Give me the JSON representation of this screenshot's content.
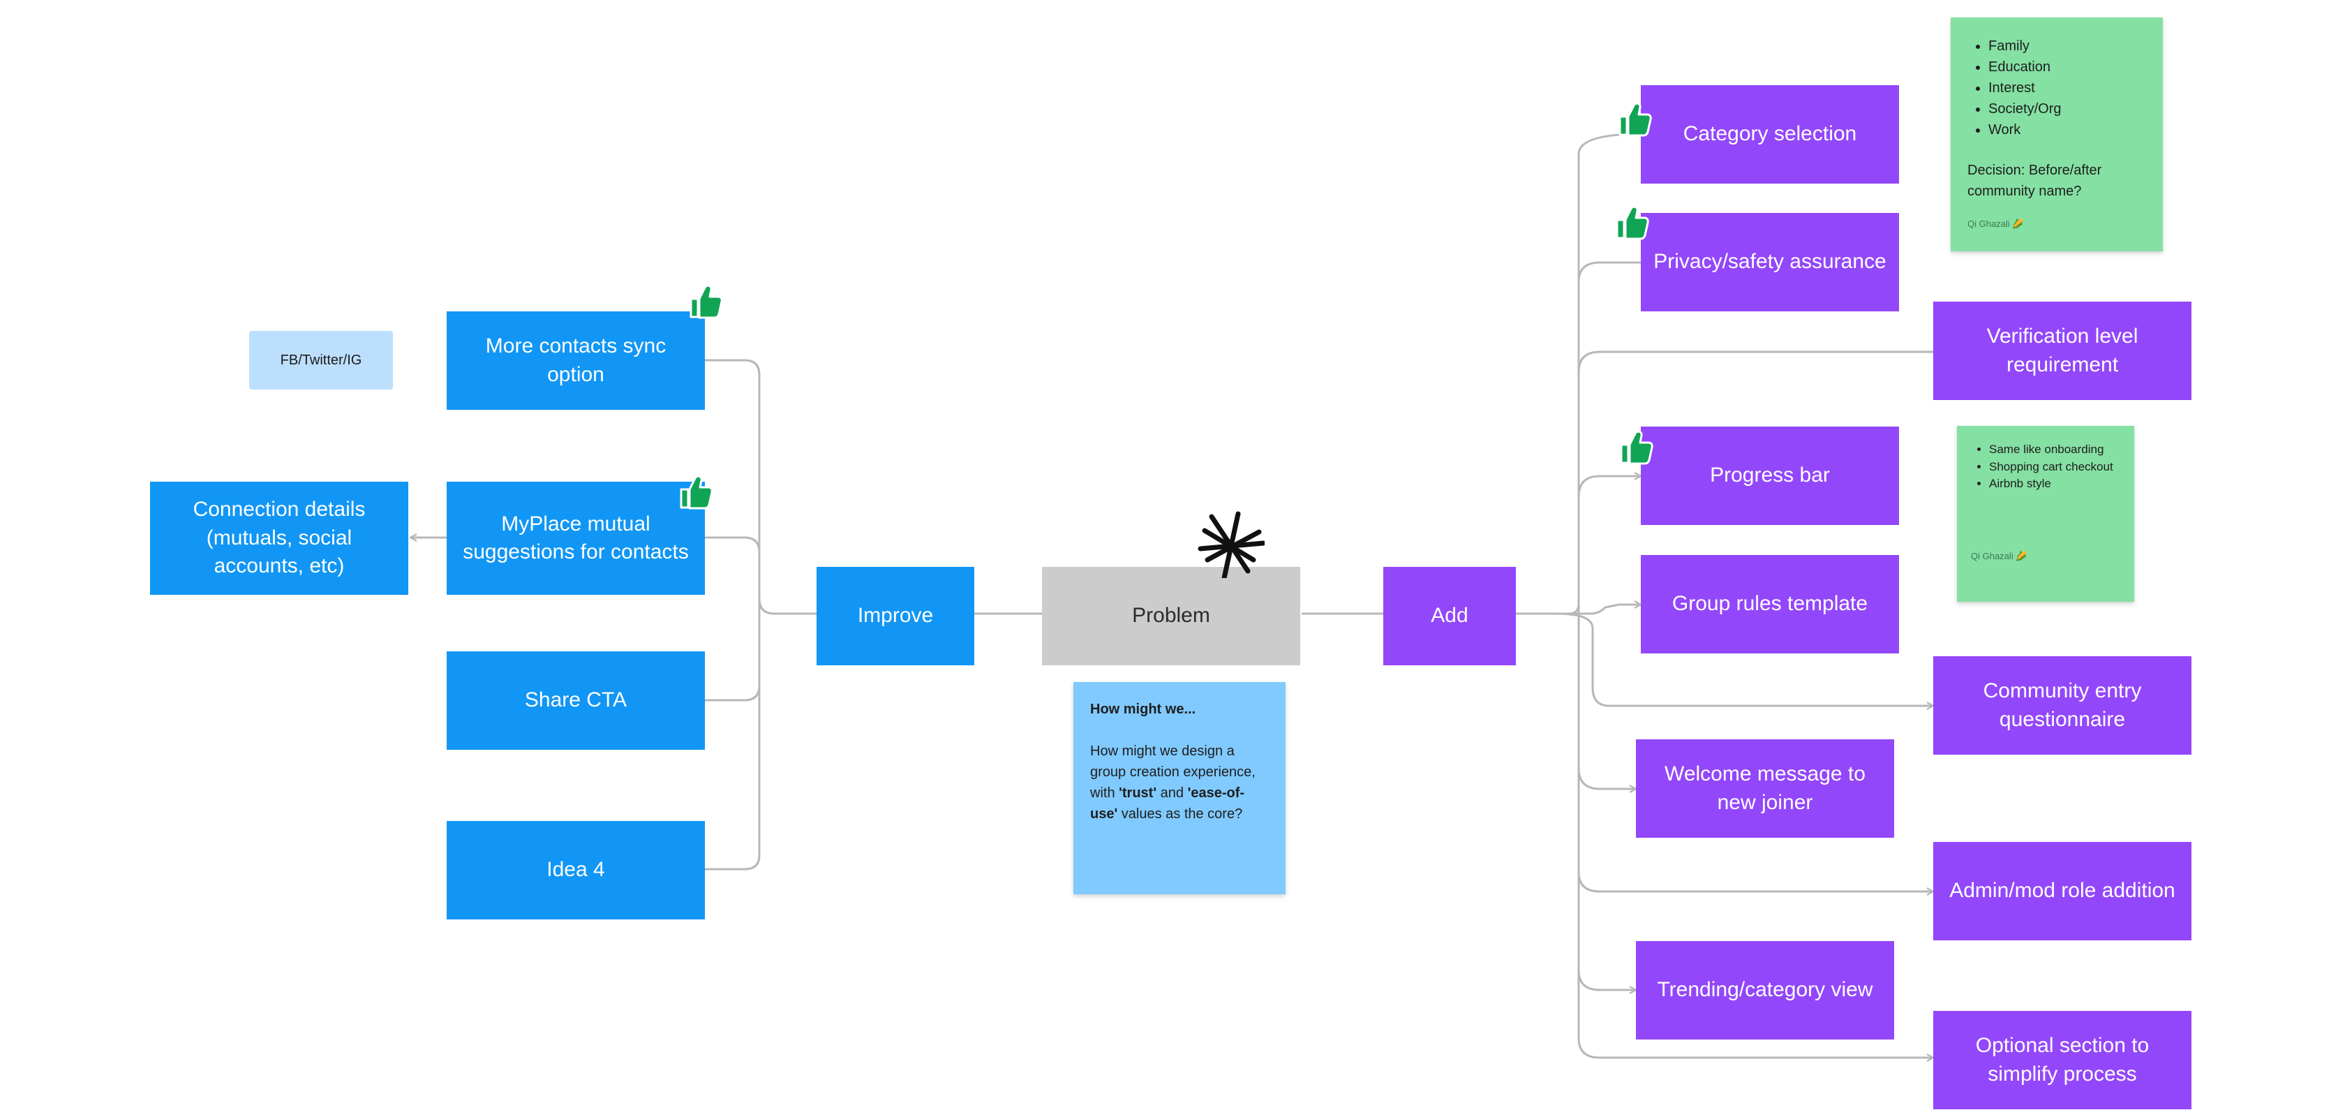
{
  "colors": {
    "improve_blue": "#1196f5",
    "add_purple": "#9347fa",
    "problem_grey": "#cccccc",
    "sticky_green": "#85e0a3",
    "sticky_blue": "#80caff",
    "tag_blue": "#bcdffd",
    "thumb_green": "#11a454",
    "connector": "#b7b7b7"
  },
  "center": {
    "problem": "Problem",
    "improve": "Improve",
    "add": "Add"
  },
  "improve_branch": {
    "contacts_sync": "More contacts sync option",
    "mutual_suggestions": "MyPlace mutual suggestions for contacts",
    "share_cta": "Share CTA",
    "idea4": "Idea 4",
    "connection_details": "Connection details (mutuals, social accounts, etc)",
    "social_tag": "FB/Twitter/IG"
  },
  "add_branch": {
    "category": "Category selection",
    "privacy": "Privacy/safety assurance",
    "verification": "Verification level requirement",
    "progress": "Progress bar",
    "rules": "Group rules template",
    "questionnaire": "Community entry questionnaire",
    "welcome": "Welcome message to new joiner",
    "admin": "Admin/mod role addition",
    "trending": "Trending/category view",
    "optional": "Optional section to simplify process"
  },
  "sticky_categories": {
    "items": [
      "Family",
      "Education",
      "Interest",
      "Society/Org",
      "Work"
    ],
    "decision": "Decision: Before/after community name?",
    "author": "Qi Ghazali 🌽"
  },
  "sticky_progress": {
    "items": [
      "Same like onboarding",
      "Shopping cart checkout",
      "Airbnb style"
    ],
    "author": "Qi Ghazali 🌽"
  },
  "sticky_hmw": {
    "heading": "How might we...",
    "text_before": "How might we design a group creation experience, with ",
    "trust": "'trust'",
    "and": " and ",
    "ease": "'ease-of-use'",
    "text_after": " values as the core?"
  },
  "icons": {
    "reaction": "thumbs-up-icon",
    "sketch": "asterisk-scribble-icon"
  }
}
